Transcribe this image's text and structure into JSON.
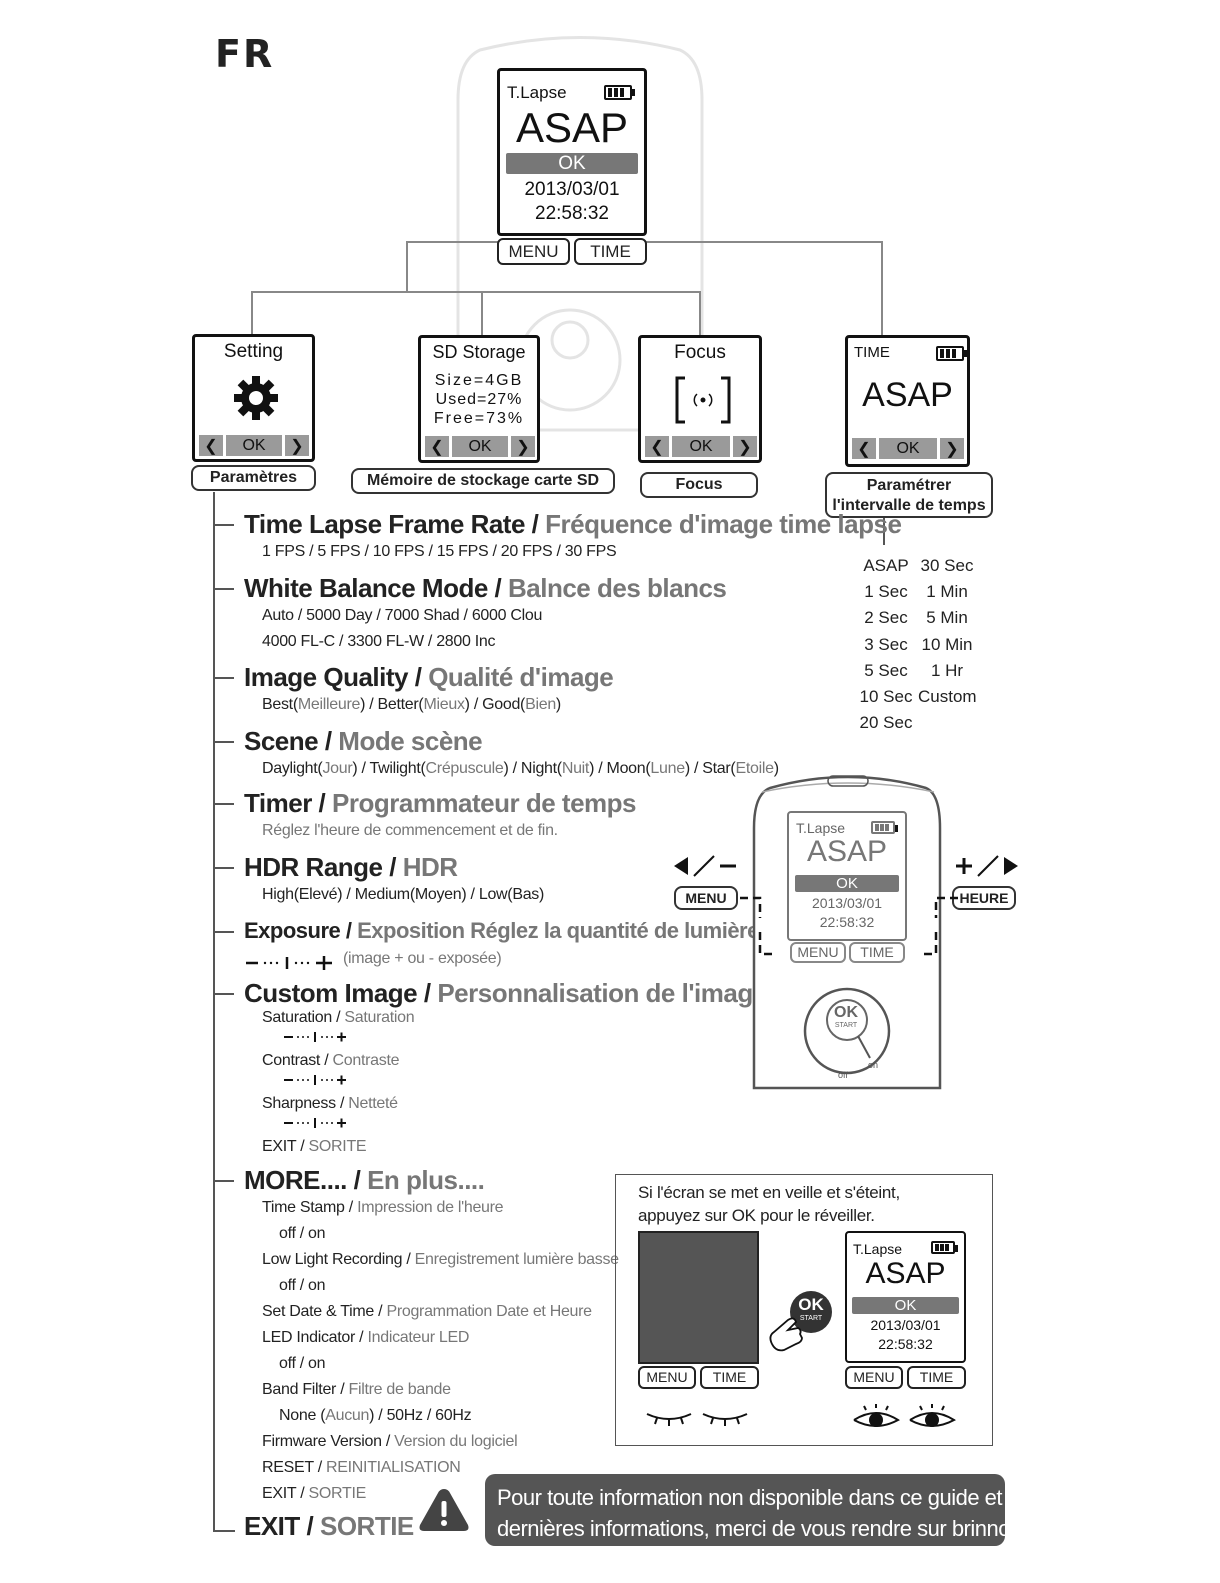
{
  "lang": "FR",
  "top_screen": {
    "title": "T.Lapse",
    "big": "ASAP",
    "ok": "OK",
    "date": "2013/03/01",
    "time": "22:58:32",
    "menu": "MENU",
    "time_btn": "TIME"
  },
  "setting_screen": {
    "title": "Setting",
    "ok": "OK",
    "label": "Paramètres"
  },
  "sd_screen": {
    "title": "SD Storage",
    "size": "Size=4GB",
    "used": "Used=27%",
    "free": "Free=73%",
    "ok": "OK",
    "label": "Mémoire de stockage carte SD"
  },
  "focus_screen": {
    "title": "Focus",
    "ok": "OK",
    "label": "Focus"
  },
  "time_screen": {
    "title": "TIME",
    "big": "ASAP",
    "ok": "OK",
    "label1": "Paramétrer",
    "label2": "l'intervalle de temps"
  },
  "intervals": {
    "left": [
      "ASAP",
      "1 Sec",
      "2 Sec",
      "3 Sec",
      "5 Sec",
      "10 Sec",
      "20 Sec"
    ],
    "right": [
      "30 Sec",
      "1 Min",
      "5 Min",
      "10 Min",
      "1 Hr",
      "Custom"
    ]
  },
  "menu": [
    {
      "en": "Time Lapse Frame Rate /",
      "fr": "Fréquence d'image time lapse",
      "sub": [
        "1 FPS / 5 FPS / 10 FPS / 15 FPS / 20 FPS / 30 FPS"
      ]
    },
    {
      "en": "White Balance Mode /",
      "fr": "Balnce des blancs",
      "sub": [
        "Auto / 5000 Day /  7000 Shad /  6000 Clou",
        "4000 FL-C /  3300 FL-W /  2800 Inc"
      ]
    },
    {
      "en": "Image Quality /",
      "fr": "Qualité d'image"
    },
    {
      "en": "Scene /",
      "fr": "Mode scène"
    },
    {
      "en": "Timer /",
      "fr": "Programmateur de temps",
      "sub_g": "Réglez l'heure de commencement et de fin."
    },
    {
      "en": "HDR Range /",
      "fr": "HDR",
      "sub": [
        "High(Elevé) / Medium(Moyen) / Low(Bas)"
      ]
    },
    {
      "en": "Exposure /",
      "fr": "Exposition Réglez la quantité de lumière",
      "sub_g": "(image + ou - exposée)"
    },
    {
      "en": "Custom Image /",
      "fr": "Personnalisation de l'image"
    },
    {
      "en": "MORE.... /",
      "fr": "En plus...."
    },
    {
      "en": "EXIT /",
      "fr": "SORTIE"
    }
  ],
  "quality": {
    "a": "Best(",
    "a_fr": "Meilleure",
    "b": ") / Better(",
    "b_fr": "Mieux",
    "c": ") / Good(",
    "c_fr": "Bien",
    "d": ")"
  },
  "scene": {
    "a": "Daylight(",
    "a_fr": "Jour",
    "b": ") / Twilight(",
    "b_fr": "Crépuscule",
    "c": ") / Night(",
    "c_fr": "Nuit",
    "d": ") / Moon(",
    "d_fr": "Lune",
    "e": ") / Star(",
    "e_fr": "Etoile",
    "f": ")"
  },
  "custom": [
    {
      "en": "Saturation /",
      "fr": "Saturation"
    },
    {
      "en": "Contrast /",
      "fr": "Contraste"
    },
    {
      "en": "Sharpness /",
      "fr": "Netteté"
    },
    {
      "en": "EXIT /",
      "fr": "SORITE"
    }
  ],
  "more": [
    {
      "en": "Time Stamp /",
      "fr": "Impression de l'heure",
      "opt": "off / on"
    },
    {
      "en": "Low Light Recording /",
      "fr": "Enregistrement lumière basse",
      "opt": "off / on"
    },
    {
      "en": "Set Date & Time /",
      "fr": "Programmation Date et Heure"
    },
    {
      "en": "LED Indicator /",
      "fr": "Indicateur LED",
      "opt": "off / on"
    },
    {
      "en": "Band Filter /",
      "fr": "Filtre de bande",
      "opt_a": "None (",
      "opt_fr": "Aucun",
      "opt_b": ") / 50Hz / 60Hz"
    },
    {
      "en": "Firmware Version /",
      "fr": "Version du logiciel"
    },
    {
      "en": "RESET /",
      "fr": "REINITIALISATION"
    },
    {
      "en": "EXIT /",
      "fr": "SORTIE"
    }
  ],
  "side_labels": {
    "menu": "MENU",
    "heure": "HEURE"
  },
  "device2": {
    "title": "T.Lapse",
    "big": "ASAP",
    "ok": "OK",
    "date": "2013/03/01",
    "time": "22:58:32",
    "menu": "MENU",
    "time_btn": "TIME",
    "okbtn": "OK",
    "start": "START",
    "off": "off",
    "on": "on"
  },
  "wake": {
    "line1": "Si l'écran se met en veille et s'éteint,",
    "line2": "appuyez sur OK pour le réveiller.",
    "menu": "MENU",
    "time_btn": "TIME",
    "title": "T.Lapse",
    "big": "ASAP",
    "ok": "OK",
    "date": "2013/03/01",
    "time": "22:58:32",
    "okbtn": "OK",
    "start": "START"
  },
  "notice": {
    "line1": "Pour toute information non disponible dans ce guide et toutes nos",
    "line2": "dernières informations, merci de vous rendre sur brinno.com/support."
  }
}
